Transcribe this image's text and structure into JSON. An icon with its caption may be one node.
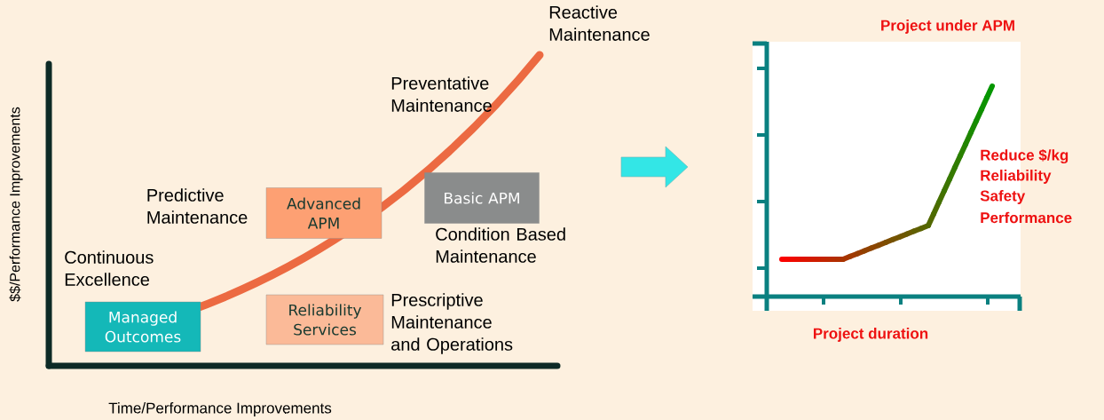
{
  "diagram": {
    "nodes": [
      {
        "text": [
          "Managed Outcomes"
        ]
      },
      {
        "text": [
          "Advanced APM"
        ]
      },
      {
        "text": [
          "Basic APM"
        ]
      },
      {
        "text": [
          "Reliability Services"
        ]
      }
    ],
    "labels": [
      "Reactive Maintenance",
      "Preventative Maintenance",
      "Predictive Maintenance",
      "Condition Based Maintenance",
      "Continuous Excellence",
      "Prescriptive Maintenance and Operations",
      "$$/Performance Improvements",
      "Time/Performance Improvements",
      "Project under APM",
      "Reduce $/kg",
      "Reliability",
      "Safety",
      "Performance",
      "Project duration"
    ]
  }
}
